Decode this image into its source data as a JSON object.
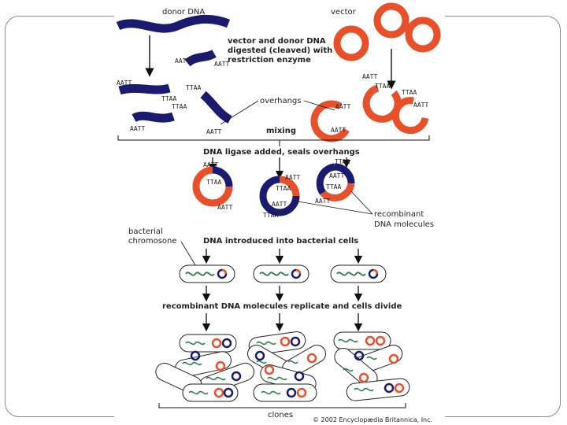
{
  "labels": {
    "donor_dna": "donor DNA",
    "vector": "vector",
    "digested": [
      "vector and donor DNA",
      "digested (cleaved) with",
      "restriction enzyme"
    ],
    "overhangs": "overhangs",
    "mixing": "mixing",
    "ligase": "DNA ligase added, seals overhangs",
    "recombinant": [
      "recombinant",
      "DNA molecules"
    ],
    "bacterial_chromosome": [
      "bacterial",
      "chromosone"
    ],
    "introduced": "DNA introduced into bacterial cells",
    "replicate": "recombinant DNA molecules replicate and cells divide",
    "clones": "clones",
    "copyright": "© 2002 Encyclopædia Britannica, Inc."
  },
  "sequences": {
    "aatt": "AATT",
    "ttaa": "TTAA"
  },
  "colors": {
    "donor": "#1a1a6e",
    "vector": "#e8502a",
    "chromosome": "#2e7d4f",
    "line": "#111111"
  }
}
